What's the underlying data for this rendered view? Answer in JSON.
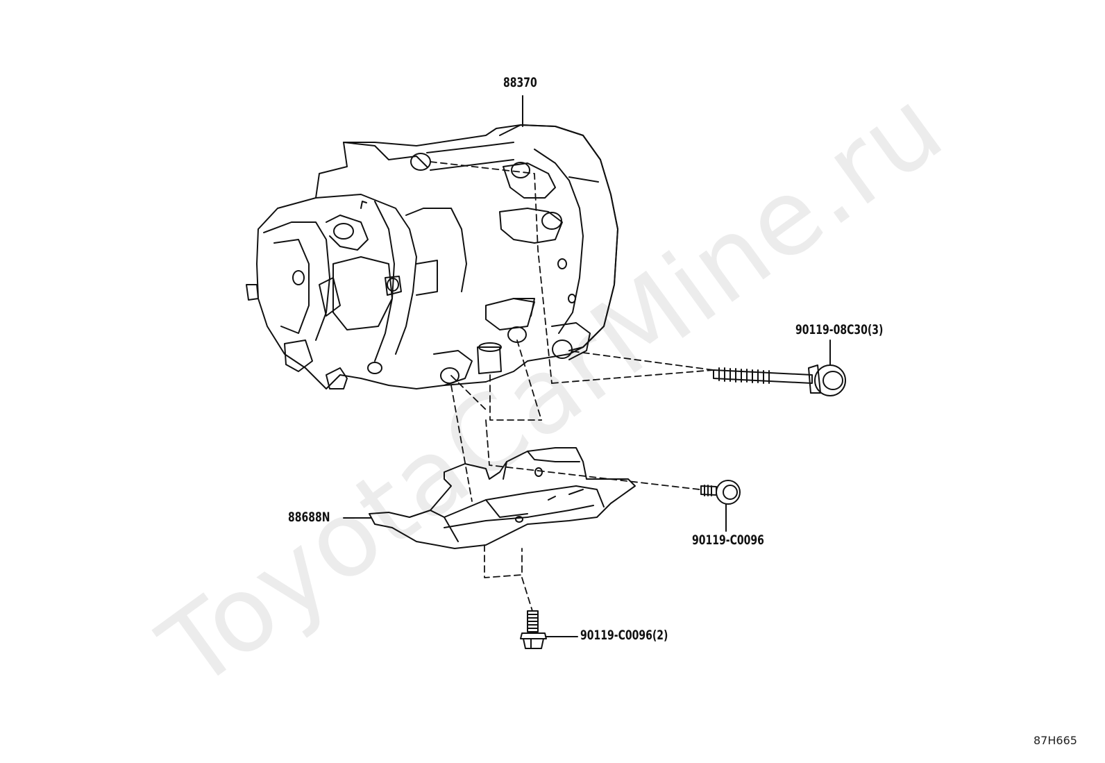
{
  "watermark": "ToyotaCarMine.ru",
  "labels": {
    "compressor": "88370",
    "bracket": "88688N",
    "bolt_long": "90119-08C30(3)",
    "bolt_mid": "90119-C0096",
    "bolt_bottom": "90119-C0096(2)"
  },
  "diagram_code": "87H665"
}
